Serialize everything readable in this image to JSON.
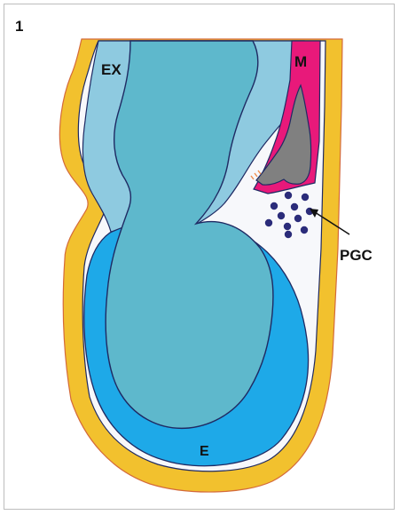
{
  "figure": {
    "panel_number": "1",
    "labels": {
      "ex": "EX",
      "m": "M",
      "pgc": "PGC",
      "e": "E"
    }
  },
  "colors": {
    "outer_layer": "#f2c12e",
    "outer_outline": "#d46a3a",
    "extraembryonic": "#8ecae0",
    "central_cavity": "#5eb8cc",
    "epiblast": "#1ea9e8",
    "mesoderm": "#e8197a",
    "allantois": "#808080",
    "pgc_dots": "#2b2c7a",
    "space": "#f7f8fb",
    "outline": "#1f2a63"
  }
}
